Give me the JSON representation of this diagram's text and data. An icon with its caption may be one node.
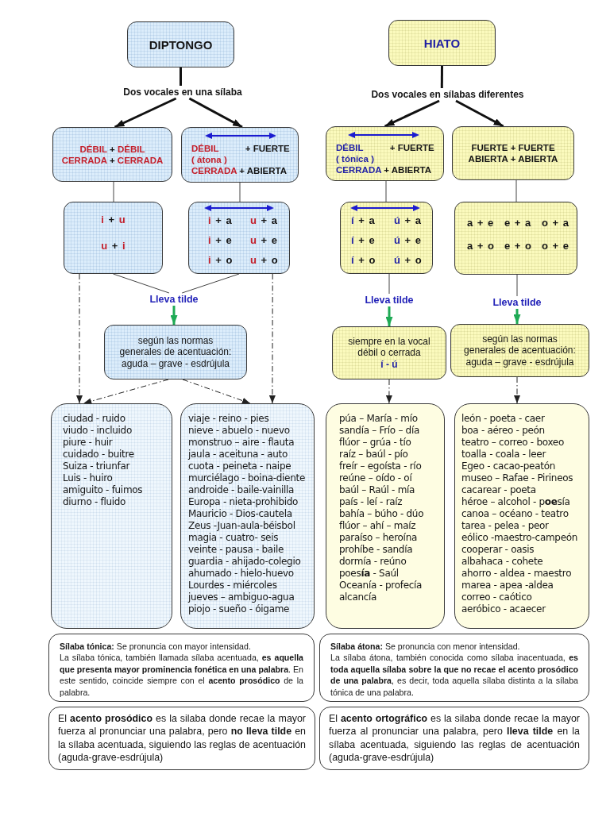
{
  "diagram": {
    "nodes": [
      {
        "text": [
          "DIPTONGO"
        ]
      },
      {
        "text": [
          "HIATO"
        ]
      },
      {
        "text": [
          "Dos vocales en una sílaba"
        ]
      },
      {
        "text": [
          "Dos vocales en sílabas diferentes"
        ]
      },
      {
        "text": [
          "DÉBIL + DÉBIL",
          "CERRADA + CERRADA"
        ]
      },
      {
        "text": [
          "DÉBIL + FUERTE",
          "( átona )",
          "CERRADA + ABIERTA"
        ]
      },
      {
        "text": [
          "DÉBIL + FUERTE",
          "( tónica )",
          "CERRADA + ABIERTA"
        ]
      },
      {
        "text": [
          "FUERTE + FUERTE",
          "ABIERTA + ABIERTA"
        ]
      },
      {
        "text": [
          "i + u",
          "u + i"
        ]
      },
      {
        "text": [
          "i + a",
          "u + a",
          "i + e",
          "u + e",
          "i + o",
          "u + o"
        ]
      },
      {
        "text": [
          "í + a",
          "ú + a",
          "í + e",
          "ú + e",
          "í + o",
          "ú + o"
        ]
      },
      {
        "text": [
          "a + e",
          "e + a",
          "o + a",
          "a + o",
          "e + o",
          "o + e"
        ]
      },
      {
        "text": [
          "Lleva tilde"
        ]
      },
      {
        "text": [
          "Lleva tilde"
        ]
      },
      {
        "text": [
          "Lleva tilde"
        ]
      },
      {
        "text": [
          "según las normas generales de acentuación:",
          "aguda – grave - esdrújula"
        ]
      },
      {
        "text": [
          "siempre en la vocal débil o cerrada",
          "í - ú"
        ]
      },
      {
        "text": [
          "según las normas generales de acentuación:",
          "aguda – grave - esdrújula"
        ]
      },
      {
        "text": [
          "ciudad - ruido",
          "viudo - incluido",
          "piure - huir",
          "cuidado - buitre",
          "Suiza - triunfar",
          "Luis - huiro",
          "amiguito - fuimos",
          "diurno - fluido"
        ]
      },
      {
        "text": [
          "viaje - reino - pies",
          "nieve - abuelo - nuevo",
          "monstruo – aire - flauta",
          "jaula - aceituna - auto",
          "cuota - peineta - naipe",
          "murciélago - boina-diente",
          "androide - baile-vainilla",
          "Europa - nieta-prohibido",
          "Mauricio - Dios-cautela",
          "Zeus -Juan-aula-béisbol",
          "magia - cuatro- seis",
          "veinte - pausa - baile",
          "guardia - ahijado-colegio",
          "ahumado - hielo-huevo",
          "Lourdes - miércoles",
          "jueves – ambiguo-agua",
          "piojo - sueño - óigame"
        ]
      },
      {
        "text": [
          "púa – María - mío",
          "sandía – Frío – día",
          "flúor – grúa - tío",
          "raíz – baúl - pío",
          "freír – egoísta - río",
          "reúne – oído - oí",
          "baúl – Raúl - mía",
          "país - leí - raíz",
          "bahía – búho - dúo",
          "flúor – ahí – maíz",
          "paraíso – heroína",
          "prohíbe - sandía",
          "dormía - reúno",
          "poes**ía** - Saúl",
          "Oceanía - profecía",
          "alcancía"
        ]
      },
      {
        "text": [
          "león - poeta - caer",
          "boa - aéreo - peón",
          "teatro – correo - boxeo",
          "toalla - coala - leer",
          "Egeo - cacao-peatón",
          "museo – Rafae - Pirineos",
          "cacarear - poeta",
          "héroe – alcohol - p**oe**sía",
          "canoa – océano - teatro",
          "tarea - pelea - peor",
          "eólico -maestro-campeón",
          "cooperar - oasis",
          "albahaca - cohete",
          "ahorro - aldea - maestro",
          "marea - apea -aldea",
          "correo - caótico",
          "aeróbico - acaecer"
        ]
      },
      {
        "text": [
          "**Sílaba tónica:** Se pronuncia con mayor intensidad.",
          "La sílaba tónica, también llamada sílaba acentuada, **es aquella que presenta mayor prominencia fonética en una palabra**. En este sentido, coincide siempre con el **acento prosódico** de la palabra."
        ]
      },
      {
        "text": [
          "**Sílaba átona:** Se pronuncia con menor intensidad.",
          "La sílaba átona, también conocida como sílaba inacentuada, **es toda aquella sílaba sobre la que no recae el acento prosódico de una palabra**, es decir, toda aquella sílaba distinta a la sílaba tónica de una palabra."
        ]
      },
      {
        "text": [
          "El **acento prosódico** es la silaba donde recae la mayor fuerza al pronunciar una palabra, pero **no lleva tilde** en la sílaba acentuada, siguiendo las reglas de acentuación (aguda-grave-esdrújula)"
        ]
      },
      {
        "text": [
          "El **acento ortográfico** es la silaba donde recae la mayor fuerza al pronunciar una palabra, pero **lleva tilde** en la sílaba acentuada, siguiendo las reglas de acentuación (aguda-grave-esdrújula)"
        ]
      }
    ],
    "edges": [
      {
        "from": 0,
        "to": 2,
        "arrow": "none",
        "style": "thick"
      },
      {
        "from": 2,
        "to": 4,
        "arrow": "to",
        "style": "thick"
      },
      {
        "from": 2,
        "to": 5,
        "arrow": "to",
        "style": "thick"
      },
      {
        "from": 1,
        "to": 3,
        "arrow": "none",
        "style": "thick"
      },
      {
        "from": 3,
        "to": 6,
        "arrow": "to",
        "style": "thick"
      },
      {
        "from": 3,
        "to": 7,
        "arrow": "to",
        "style": "thick"
      },
      {
        "from": 4,
        "to": 8,
        "arrow": "none"
      },
      {
        "from": 5,
        "to": 9,
        "arrow": "none"
      },
      {
        "from": 6,
        "to": 10,
        "arrow": "none"
      },
      {
        "from": 7,
        "to": 11,
        "arrow": "none"
      },
      {
        "from": 8,
        "to": 12,
        "arrow": "none"
      },
      {
        "from": 9,
        "to": 12,
        "arrow": "none"
      },
      {
        "from": 10,
        "to": 13,
        "arrow": "none"
      },
      {
        "from": 11,
        "to": 14,
        "arrow": "none"
      },
      {
        "from": 12,
        "to": 15,
        "arrow": "to",
        "style": "thick",
        "color": "#1faa55"
      },
      {
        "from": 13,
        "to": 16,
        "arrow": "to",
        "style": "thick",
        "color": "#1faa55"
      },
      {
        "from": 14,
        "to": 17,
        "arrow": "to",
        "style": "thick",
        "color": "#1faa55"
      },
      {
        "from": 8,
        "to": 18,
        "arrow": "to",
        "style": "dashed"
      },
      {
        "from": 15,
        "to": 18,
        "arrow": "to",
        "style": "dashed"
      },
      {
        "from": 15,
        "to": 19,
        "arrow": "to",
        "style": "dashed"
      },
      {
        "from": 9,
        "to": 19,
        "arrow": "to",
        "style": "dashed"
      },
      {
        "from": 16,
        "to": 20,
        "arrow": "to",
        "style": "dashed"
      },
      {
        "from": 17,
        "to": 21,
        "arrow": "to",
        "style": "dashed"
      }
    ]
  }
}
